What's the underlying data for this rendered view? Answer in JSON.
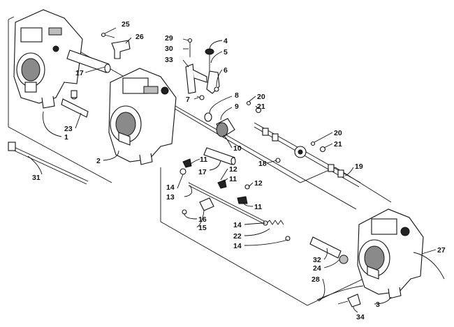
{
  "callouts": [
    {
      "id": "c1",
      "text": "1"
    },
    {
      "id": "c2",
      "text": "2"
    },
    {
      "id": "c3",
      "text": "3"
    },
    {
      "id": "c4",
      "text": "4"
    },
    {
      "id": "c5",
      "text": "5"
    },
    {
      "id": "c6",
      "text": "6"
    },
    {
      "id": "c7",
      "text": "7"
    },
    {
      "id": "c8",
      "text": "8"
    },
    {
      "id": "c9",
      "text": "9"
    },
    {
      "id": "c10",
      "text": "10"
    },
    {
      "id": "c11a",
      "text": "11"
    },
    {
      "id": "c11b",
      "text": "11"
    },
    {
      "id": "c11c",
      "text": "11"
    },
    {
      "id": "c12a",
      "text": "12"
    },
    {
      "id": "c12b",
      "text": "12"
    },
    {
      "id": "c13",
      "text": "13"
    },
    {
      "id": "c14a",
      "text": "14"
    },
    {
      "id": "c14b",
      "text": "14"
    },
    {
      "id": "c14c",
      "text": "14"
    },
    {
      "id": "c15",
      "text": "15"
    },
    {
      "id": "c16",
      "text": "16"
    },
    {
      "id": "c17a",
      "text": "17"
    },
    {
      "id": "c17b",
      "text": "17"
    },
    {
      "id": "c18",
      "text": "18"
    },
    {
      "id": "c19",
      "text": "19"
    },
    {
      "id": "c20a",
      "text": "20"
    },
    {
      "id": "c20b",
      "text": "20"
    },
    {
      "id": "c21a",
      "text": "21"
    },
    {
      "id": "c21b",
      "text": "21"
    },
    {
      "id": "c22",
      "text": "22"
    },
    {
      "id": "c23",
      "text": "23"
    },
    {
      "id": "c24",
      "text": "24"
    },
    {
      "id": "c25",
      "text": "25"
    },
    {
      "id": "c26",
      "text": "26"
    },
    {
      "id": "c27",
      "text": "27"
    },
    {
      "id": "c28",
      "text": "28"
    },
    {
      "id": "c29",
      "text": "29"
    },
    {
      "id": "c30",
      "text": "30"
    },
    {
      "id": "c31",
      "text": "31"
    },
    {
      "id": "c32",
      "text": "32"
    },
    {
      "id": "c33",
      "text": "33"
    },
    {
      "id": "c34",
      "text": "34"
    }
  ]
}
